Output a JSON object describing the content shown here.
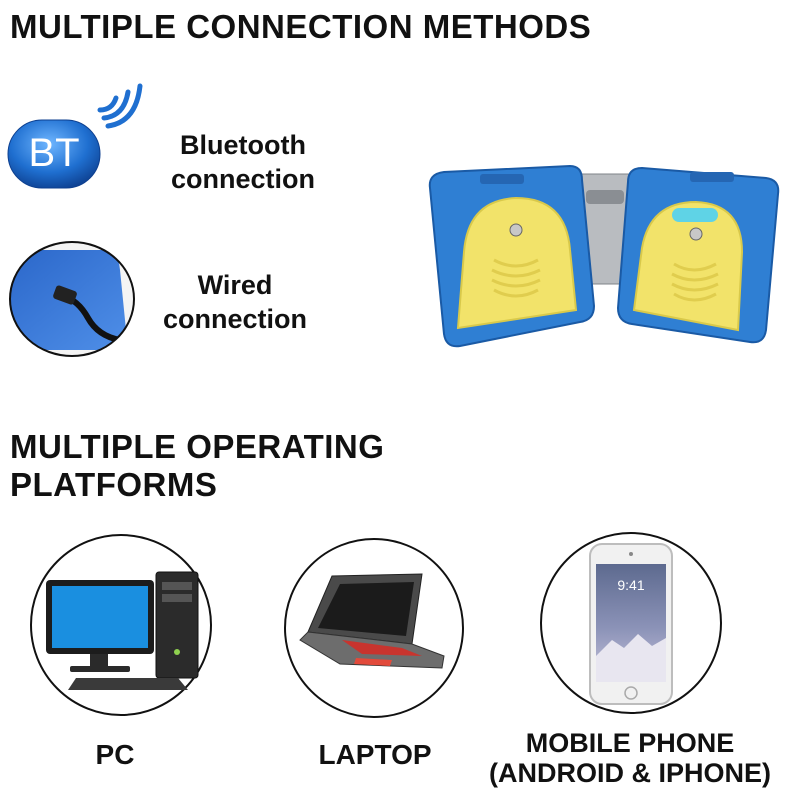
{
  "sections": {
    "connection_title": "MULTIPLE CONNECTION METHODS",
    "platform_title_line1": "MULTIPLE OPERATING",
    "platform_title_line2": "PLATFORMS"
  },
  "connections": {
    "bluetooth": {
      "badge": "BT",
      "line1": "Bluetooth",
      "line2": "connection",
      "icon": "bluetooth-badge-icon"
    },
    "wired": {
      "line1": "Wired",
      "line2": "connection",
      "icon": "usb-cable-icon"
    }
  },
  "platforms": {
    "pc": {
      "label": "PC",
      "icon": "desktop-pc-icon"
    },
    "laptop": {
      "label": "LAPTOP",
      "icon": "laptop-icon"
    },
    "phone": {
      "line1": "MOBILE PHONE",
      "line2": "(ANDROID & IPHONE)",
      "icon": "smartphone-icon",
      "screen_time": "9:41"
    }
  },
  "colors": {
    "pedal_blue": "#2f7fd3",
    "pedal_yellow": "#f2e36a",
    "bt_blue": "#1f6fd0"
  }
}
